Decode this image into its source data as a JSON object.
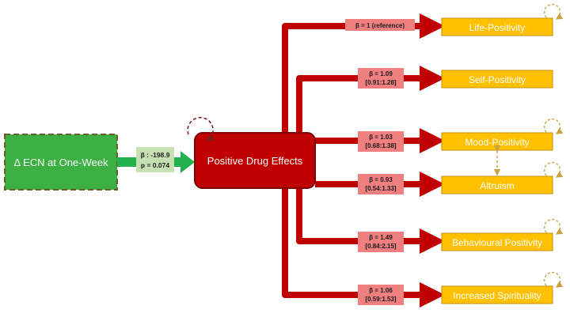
{
  "predictor": {
    "label": "Δ ECN at One-Week",
    "beta": "β : -198.9",
    "p": "p = 0.074"
  },
  "mediator": {
    "label": "Positive Drug Effects"
  },
  "outcomes": [
    {
      "label": "Life-Positivity",
      "beta": "β = 1 (reference)",
      "ci": ""
    },
    {
      "label": "Self-Positivity",
      "beta": "β = 1.09",
      "ci": "[0.91:1.28]"
    },
    {
      "label": "Mood-Positivity",
      "beta": "β = 1.03",
      "ci": "[0.68:1.38]"
    },
    {
      "label": "Altruism",
      "beta": "β = 0.93",
      "ci": "[0.54:1.33]"
    },
    {
      "label": "Behavioural Positivity",
      "beta": "β = 1.49",
      "ci": "[0.84:2.15]"
    },
    {
      "label": "Increased Spirituality",
      "beta": "β = 1.06",
      "ci": "[0.59:1.53]"
    }
  ],
  "colors": {
    "predictor_fill": "#3cb043",
    "predictor_arrow": "#22b14c",
    "predictor_label_bg": "#c6e0b4",
    "mediator_fill": "#c00000",
    "mediator_border": "#7b0000",
    "path_arrow": "#c00000",
    "path_label_bg": "#f08080",
    "outcome_fill": "#ffc000",
    "outcome_border": "#c09000",
    "self_loop_mediator": "#7b1e1e",
    "self_loop_outcome": "#c8a040"
  }
}
